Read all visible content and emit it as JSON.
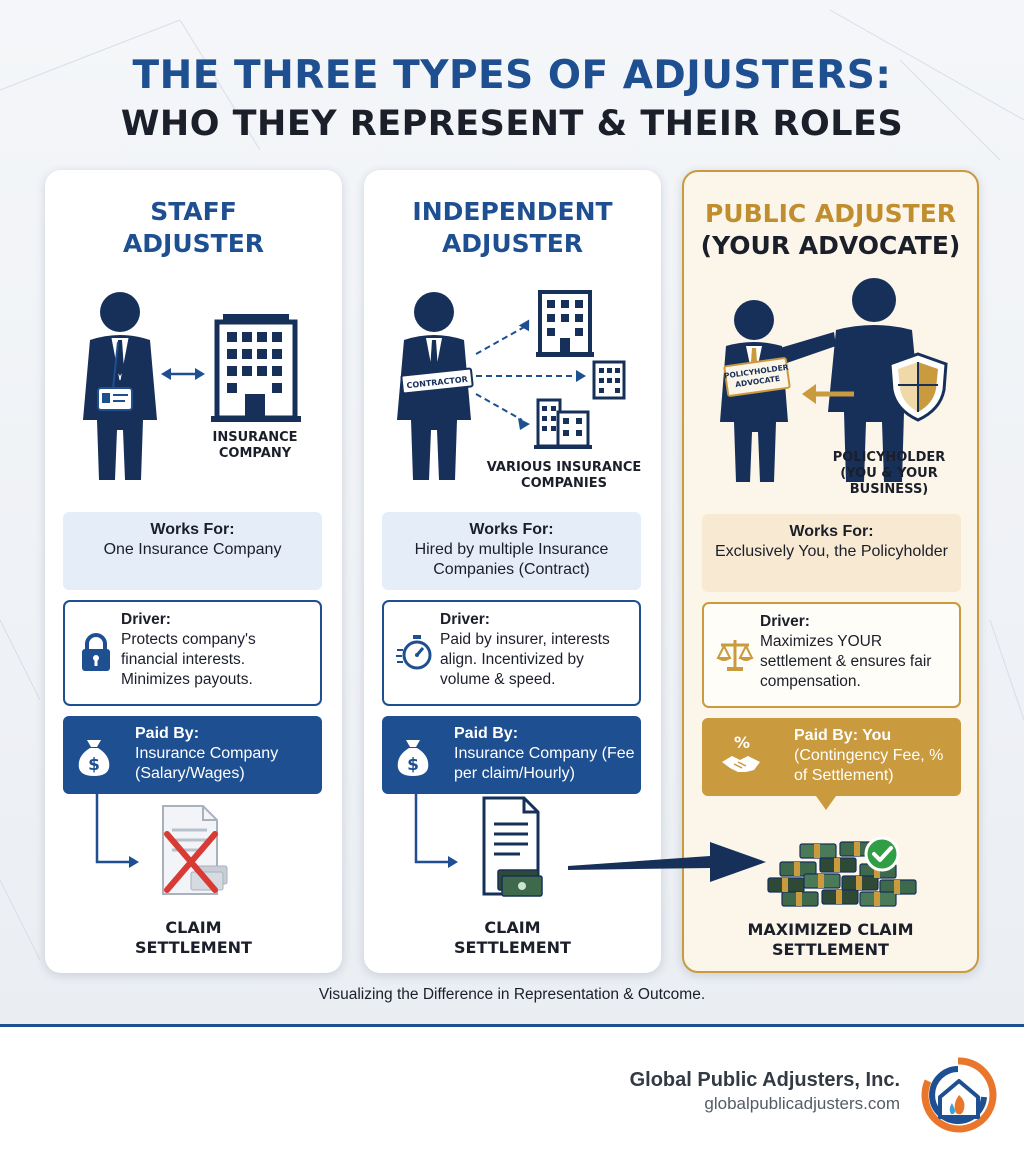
{
  "title": {
    "line1": "THE THREE TYPES OF ADJUSTERS:",
    "line2": "WHO THEY REPRESENT & THEIR ROLES"
  },
  "cards": [
    {
      "title_line1": "STAFF",
      "title_line2": "ADJUSTER",
      "illustration_caption": [
        "INSURANCE",
        "COMPANY"
      ],
      "works_for_label": "Works For:",
      "works_for_text": "One Insurance Company",
      "driver_label": "Driver:",
      "driver_text": "Protects company's financial interests. Minimizes payouts.",
      "paid_by_label": "Paid By:",
      "paid_by_text": "Insurance Company (Salary/Wages)",
      "result": [
        "CLAIM",
        "SETTLEMENT"
      ],
      "driver_icon": "padlock-icon",
      "paid_icon": "money-bag-icon"
    },
    {
      "title_line1": "INDEPENDENT",
      "title_line2": "ADJUSTER",
      "badge_text": "CONTRACTOR",
      "illustration_caption": [
        "VARIOUS INSURANCE",
        "COMPANIES"
      ],
      "works_for_label": "Works For:",
      "works_for_text": "Hired by multiple Insurance Companies (Contract)",
      "driver_label": "Driver:",
      "driver_text": "Paid by insurer, interests align. Incentivized by volume & speed.",
      "paid_by_label": "Paid By:",
      "paid_by_text": "Insurance Company (Fee per claim/Hourly)",
      "result": [
        "CLAIM",
        "SETTLEMENT"
      ],
      "driver_icon": "stopwatch-icon",
      "paid_icon": "money-bag-icon"
    },
    {
      "title_line1": "PUBLIC ADJUSTER",
      "title_line2": "(YOUR ADVOCATE)",
      "badge_text": [
        "POLICYHOLDER",
        "ADVOCATE"
      ],
      "illustration_caption": [
        "POLICYHOLDER",
        "(YOU & YOUR",
        "BUSINESS)"
      ],
      "works_for_label": "Works For:",
      "works_for_text": "Exclusively You, the Policyholder",
      "driver_label": "Driver:",
      "driver_text": "Maximizes YOUR settlement & ensures fair compensation.",
      "paid_by_label": "Paid By: You",
      "paid_by_text": "(Contingency Fee, % of Settlement)",
      "result": [
        "MAXIMIZED CLAIM",
        "SETTLEMENT"
      ],
      "driver_icon": "scales-icon",
      "paid_icon": "handshake-percent-icon"
    }
  ],
  "subtitle": "Visualizing the Difference in Representation & Outcome.",
  "footer": {
    "company": "Global Public Adjusters, Inc.",
    "url": "globalpublicadjusters.com"
  },
  "colors": {
    "navy": "#1d4f91",
    "dark": "#1b1f2a",
    "gold": "#c99a3e",
    "light_blue": "#e5eef8",
    "light_gold": "#f8e9d3",
    "red_x": "#d83a34",
    "green_check": "#2f9e44"
  }
}
